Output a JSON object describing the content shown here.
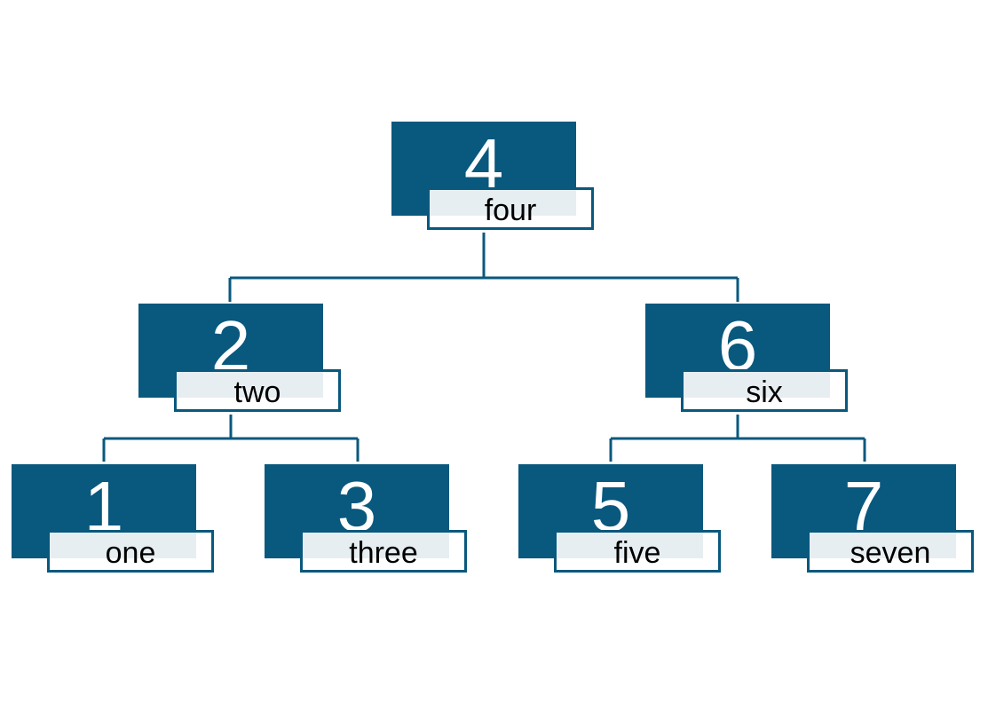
{
  "colors": {
    "node_fill": "#09587e",
    "edge": "#09587e",
    "number_text": "#ffffff",
    "label_text": "#000000"
  },
  "nodes": [
    {
      "id": "n4",
      "number": "4",
      "label": "four"
    },
    {
      "id": "n2",
      "number": "2",
      "label": "two"
    },
    {
      "id": "n6",
      "number": "6",
      "label": "six"
    },
    {
      "id": "n1",
      "number": "1",
      "label": "one"
    },
    {
      "id": "n3",
      "number": "3",
      "label": "three"
    },
    {
      "id": "n5",
      "number": "5",
      "label": "five"
    },
    {
      "id": "n7",
      "number": "7",
      "label": "seven"
    }
  ],
  "edges": [
    {
      "from": "n4",
      "to": "n2"
    },
    {
      "from": "n4",
      "to": "n6"
    },
    {
      "from": "n2",
      "to": "n1"
    },
    {
      "from": "n2",
      "to": "n3"
    },
    {
      "from": "n6",
      "to": "n5"
    },
    {
      "from": "n6",
      "to": "n7"
    }
  ]
}
